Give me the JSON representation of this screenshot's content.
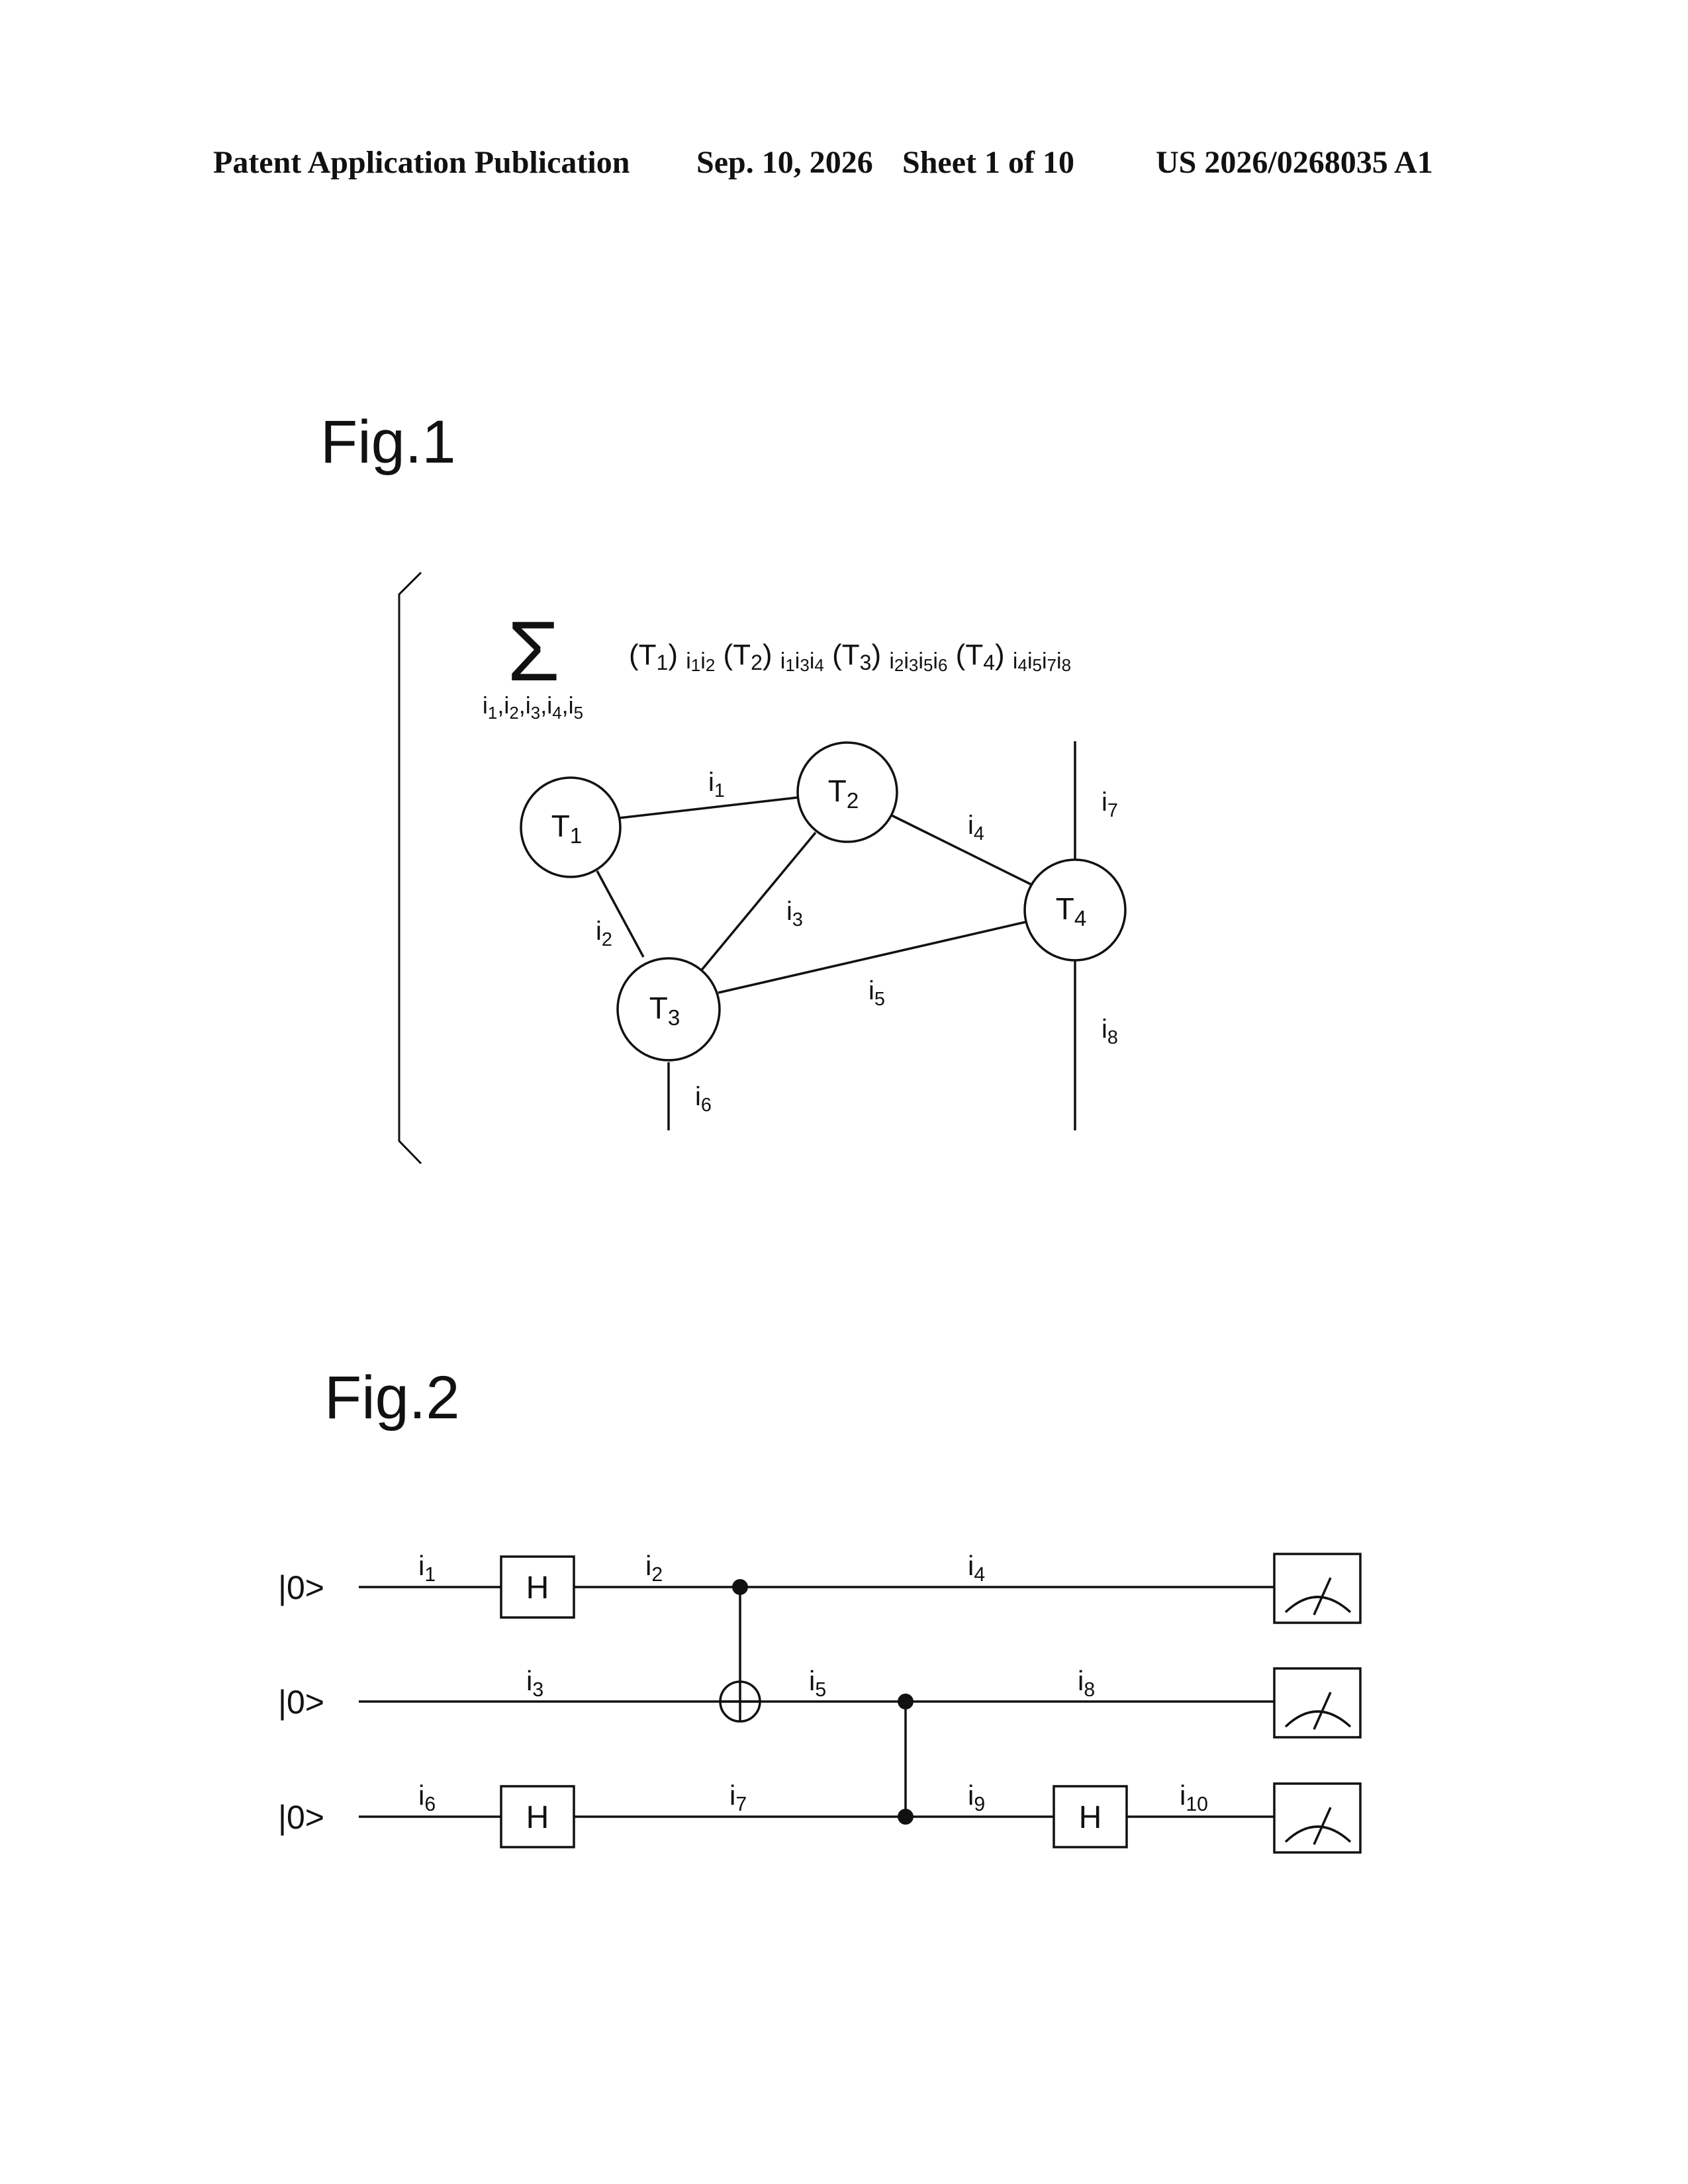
{
  "header": {
    "publication": "Patent Application Publication",
    "date": "Sep. 10, 2026",
    "sheet": "Sheet 1 of 10",
    "number": "US 2026/0268035 A1"
  },
  "fig1": {
    "label": "Fig.1",
    "formula": {
      "sigma": "Σ",
      "sum_indices": [
        {
          "b": "i",
          "s": "1"
        },
        {
          "b": ","
        },
        {
          "b": "i",
          "s": "2"
        },
        {
          "b": ","
        },
        {
          "b": "i",
          "s": "3"
        },
        {
          "b": ","
        },
        {
          "b": "i",
          "s": "4"
        },
        {
          "b": ","
        },
        {
          "b": "i",
          "s": "5"
        }
      ],
      "terms": [
        {
          "tensor": {
            "b": "T",
            "s": "1"
          },
          "indices": [
            {
              "b": "i",
              "s": "1"
            },
            {
              "b": "i",
              "s": "2"
            }
          ]
        },
        {
          "tensor": {
            "b": "T",
            "s": "2"
          },
          "indices": [
            {
              "b": "i",
              "s": "1"
            },
            {
              "b": "i",
              "s": "3"
            },
            {
              "b": "i",
              "s": "4"
            }
          ]
        },
        {
          "tensor": {
            "b": "T",
            "s": "3"
          },
          "indices": [
            {
              "b": "i",
              "s": "2"
            },
            {
              "b": "i",
              "s": "3"
            },
            {
              "b": "i",
              "s": "5"
            },
            {
              "b": "i",
              "s": "6"
            }
          ]
        },
        {
          "tensor": {
            "b": "T",
            "s": "4"
          },
          "indices": [
            {
              "b": "i",
              "s": "4"
            },
            {
              "b": "i",
              "s": "5"
            },
            {
              "b": "i",
              "s": "7"
            },
            {
              "b": "i",
              "s": "8"
            }
          ]
        }
      ]
    },
    "nodes": [
      {
        "id": "T1",
        "b": "T",
        "s": "1"
      },
      {
        "id": "T2",
        "b": "T",
        "s": "2"
      },
      {
        "id": "T3",
        "b": "T",
        "s": "3"
      },
      {
        "id": "T4",
        "b": "T",
        "s": "4"
      }
    ],
    "edges": [
      {
        "label": {
          "b": "i",
          "s": "1"
        },
        "from": "T1",
        "to": "T2"
      },
      {
        "label": {
          "b": "i",
          "s": "2"
        },
        "from": "T1",
        "to": "T3"
      },
      {
        "label": {
          "b": "i",
          "s": "3"
        },
        "from": "T2",
        "to": "T3"
      },
      {
        "label": {
          "b": "i",
          "s": "4"
        },
        "from": "T2",
        "to": "T4"
      },
      {
        "label": {
          "b": "i",
          "s": "5"
        },
        "from": "T3",
        "to": "T4"
      },
      {
        "label": {
          "b": "i",
          "s": "6"
        },
        "from": "T3",
        "to": "open"
      },
      {
        "label": {
          "b": "i",
          "s": "7"
        },
        "from": "T4",
        "to": "open"
      },
      {
        "label": {
          "b": "i",
          "s": "8"
        },
        "from": "T4",
        "to": "open"
      }
    ]
  },
  "fig2": {
    "label": "Fig.2",
    "qubits": [
      {
        "state": "|0>"
      },
      {
        "state": "|0>"
      },
      {
        "state": "|0>"
      }
    ],
    "gates": [
      {
        "type": "H",
        "label": "H",
        "qubit": 0
      },
      {
        "type": "H",
        "label": "H",
        "qubit": 2
      },
      {
        "type": "CNOT",
        "control": 0,
        "target": 1
      },
      {
        "type": "CZ",
        "qubits": [
          1,
          2
        ]
      },
      {
        "type": "H",
        "label": "H",
        "qubit": 2
      },
      {
        "type": "measure",
        "qubit": 0
      },
      {
        "type": "measure",
        "qubit": 1
      },
      {
        "type": "measure",
        "qubit": 2
      }
    ],
    "wire_labels": [
      {
        "b": "i",
        "s": "1"
      },
      {
        "b": "i",
        "s": "2"
      },
      {
        "b": "i",
        "s": "3"
      },
      {
        "b": "i",
        "s": "4"
      },
      {
        "b": "i",
        "s": "5"
      },
      {
        "b": "i",
        "s": "6"
      },
      {
        "b": "i",
        "s": "7"
      },
      {
        "b": "i",
        "s": "8"
      },
      {
        "b": "i",
        "s": "9"
      },
      {
        "b": "i",
        "s": "10"
      }
    ]
  }
}
